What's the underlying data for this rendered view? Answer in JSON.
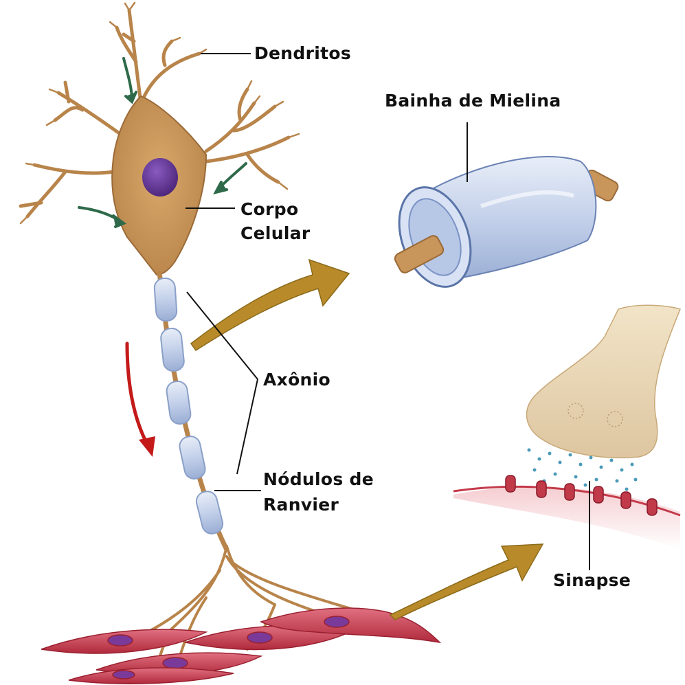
{
  "labels": {
    "dendritos": "Dendritos",
    "bainha": "Bainha de Mielina",
    "corpo_line1": "Corpo",
    "corpo_line2": "Celular",
    "axonio": "Axônio",
    "nodulos_line1": "Nódulos de",
    "nodulos_line2": "Ranvier",
    "sinapse": "Sinapse"
  },
  "colors": {
    "neuron_body": "#c8955a",
    "neuron_stroke": "#9a6a38",
    "nucleus": "#6a3a9a",
    "myelin": "#c9d6ee",
    "muscle_cell": "#c43a4a",
    "flow_arrow_green": "#2e6a4a",
    "flow_arrow_red": "#c41a1a",
    "pointer_arrow": "#b88a2a",
    "synapse_terminal": "#e8d6b4",
    "neurotransmitter": "#4a9ab8",
    "receptor": "#c03a4a"
  }
}
